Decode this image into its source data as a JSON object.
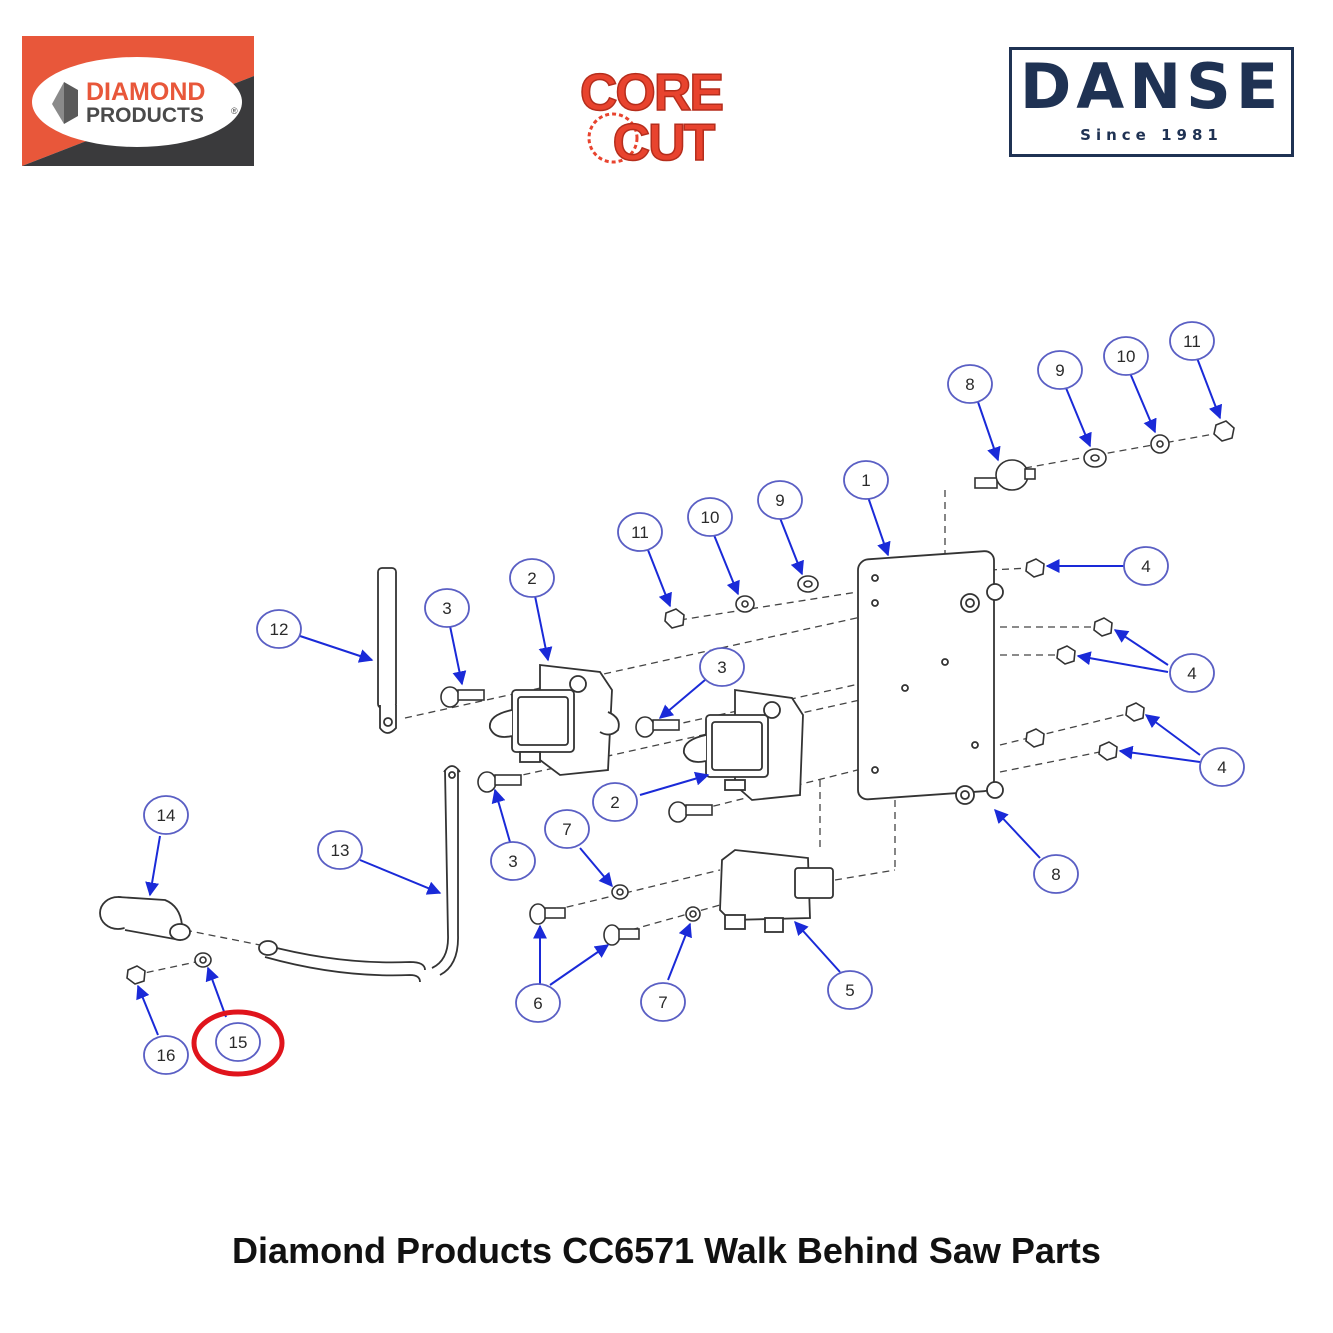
{
  "logos": {
    "diamond": {
      "line1": "DIAMOND",
      "line2": "PRODUCTS",
      "mark": "®"
    },
    "corecut": {
      "line1": "CORE",
      "line2": "CUT"
    },
    "danse": {
      "name": "DANSE",
      "since": "Since 1981"
    }
  },
  "colors": {
    "diamond_red": "#e8573a",
    "diamond_dark": "#3a3a3c",
    "corecut_red": "#e8432e",
    "danse_navy": "#1f3253",
    "callout_blue": "#1a2ad8",
    "callout_circle": "#5a5fc4",
    "highlight_red": "#e0141c"
  },
  "diagram": {
    "highlighted_part": "15",
    "callouts": [
      {
        "id": "c8a",
        "label": "8"
      },
      {
        "id": "c9a",
        "label": "9"
      },
      {
        "id": "c10a",
        "label": "10"
      },
      {
        "id": "c11a",
        "label": "11"
      },
      {
        "id": "c1",
        "label": "1"
      },
      {
        "id": "c11b",
        "label": "11"
      },
      {
        "id": "c10b",
        "label": "10"
      },
      {
        "id": "c9b",
        "label": "9"
      },
      {
        "id": "c4a",
        "label": "4"
      },
      {
        "id": "c2a",
        "label": "2"
      },
      {
        "id": "c3a",
        "label": "3"
      },
      {
        "id": "c12",
        "label": "12"
      },
      {
        "id": "c3b",
        "label": "3"
      },
      {
        "id": "c4b",
        "label": "4"
      },
      {
        "id": "c4c",
        "label": "4"
      },
      {
        "id": "c2b",
        "label": "2"
      },
      {
        "id": "c14",
        "label": "14"
      },
      {
        "id": "c13",
        "label": "13"
      },
      {
        "id": "c3c",
        "label": "3"
      },
      {
        "id": "c7a",
        "label": "7"
      },
      {
        "id": "c8b",
        "label": "8"
      },
      {
        "id": "c6",
        "label": "6"
      },
      {
        "id": "c7b",
        "label": "7"
      },
      {
        "id": "c5",
        "label": "5"
      },
      {
        "id": "c16",
        "label": "16"
      },
      {
        "id": "c15",
        "label": "15"
      }
    ]
  },
  "page_title": "Diamond Products CC6571 Walk Behind Saw Parts"
}
